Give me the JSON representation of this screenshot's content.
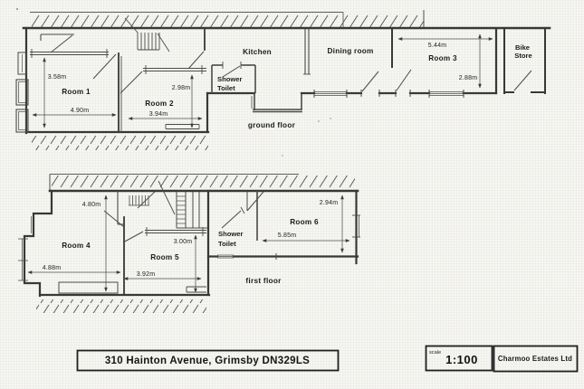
{
  "ground_floor": {
    "caption": "ground floor",
    "room1": {
      "name": "Room 1",
      "width": "4.90m",
      "depth": "3.58m"
    },
    "room2": {
      "name": "Room 2",
      "width": "3.94m",
      "depth": "2.98m"
    },
    "room3": {
      "name": "Room 3",
      "width": "5.44m",
      "depth": "2.88m"
    },
    "kitchen": "Kitchen",
    "dining_room": "Dining room",
    "shower_toilet": {
      "line1": "Shower",
      "line2": "Toilet"
    },
    "bike_store": {
      "line1": "Bike",
      "line2": "Store"
    }
  },
  "first_floor": {
    "caption": "first floor",
    "room4": {
      "name": "Room 4",
      "width": "4.88m",
      "depth": "4.80m"
    },
    "room5": {
      "name": "Room 5",
      "width": "3.92m",
      "depth": "3.00m"
    },
    "room6": {
      "name": "Room 6",
      "width": "5.85m",
      "depth": "2.94m"
    },
    "shower_toilet": {
      "line1": "Shower",
      "line2": "Toilet"
    }
  },
  "title_block": {
    "address": "310 Hainton Avenue, Grimsby DN329LS",
    "scale_label": "scale",
    "scale_value": "1:100",
    "company": "Charmoo Estates Ltd"
  }
}
